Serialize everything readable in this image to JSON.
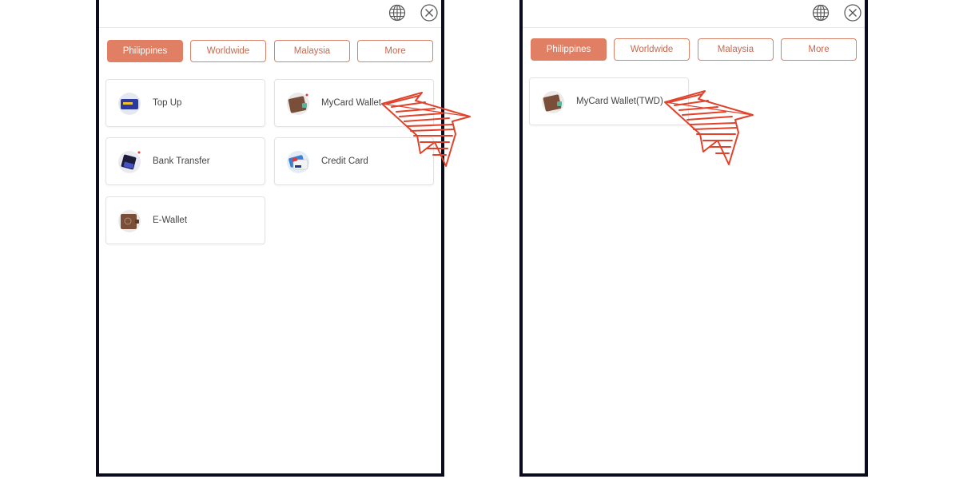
{
  "left": {
    "tabs": [
      {
        "label": "Philippines",
        "active": true
      },
      {
        "label": "Worldwide",
        "active": false
      },
      {
        "label": "Malaysia",
        "active": false
      },
      {
        "label": "More",
        "active": false
      }
    ],
    "methods": [
      {
        "label": "Top Up",
        "icon": "topup-card-icon"
      },
      {
        "label": "MyCard Wallet",
        "icon": "mycard-wallet-icon"
      },
      {
        "label": "Bank Transfer",
        "icon": "bank-transfer-icon"
      },
      {
        "label": "Credit Card",
        "icon": "credit-card-icon"
      },
      {
        "label": "E-Wallet",
        "icon": "e-wallet-icon"
      }
    ]
  },
  "right": {
    "tabs": [
      {
        "label": "Philippines",
        "active": true
      },
      {
        "label": "Worldwide",
        "active": false
      },
      {
        "label": "Malaysia",
        "active": false
      },
      {
        "label": "More",
        "active": false
      }
    ],
    "methods": [
      {
        "label": "MyCard Wallet(TWD)",
        "icon": "mycard-wallet-icon"
      }
    ]
  },
  "colors": {
    "accent": "#e07f63",
    "accent_text": "#c86a50",
    "frame": "#0b0b1e",
    "annotation_arrow": "#e0432b"
  },
  "icons": {
    "language": "globe-icon",
    "close": "close-icon"
  }
}
